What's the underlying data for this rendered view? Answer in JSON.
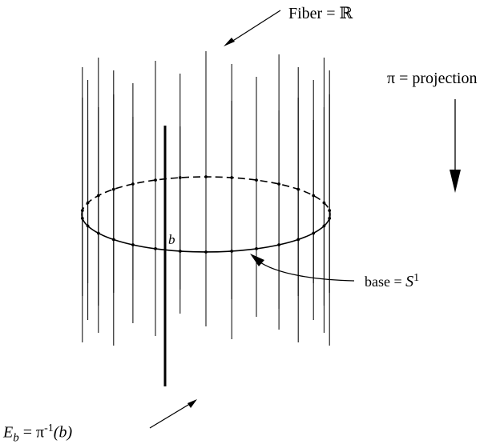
{
  "labels": {
    "fiber_prefix": "Fiber = ",
    "fiber_symbol": "ℝ",
    "projection": "π = projection",
    "point": "b",
    "base_prefix": "base = ",
    "base_symbol": "S",
    "base_exponent": "1",
    "eb_var": "E",
    "eb_sub": "b",
    "eb_middle": " = π",
    "eb_exp": "-1",
    "eb_end": "(b)"
  },
  "colors": {
    "ink": "#000000",
    "background": "#ffffff"
  }
}
